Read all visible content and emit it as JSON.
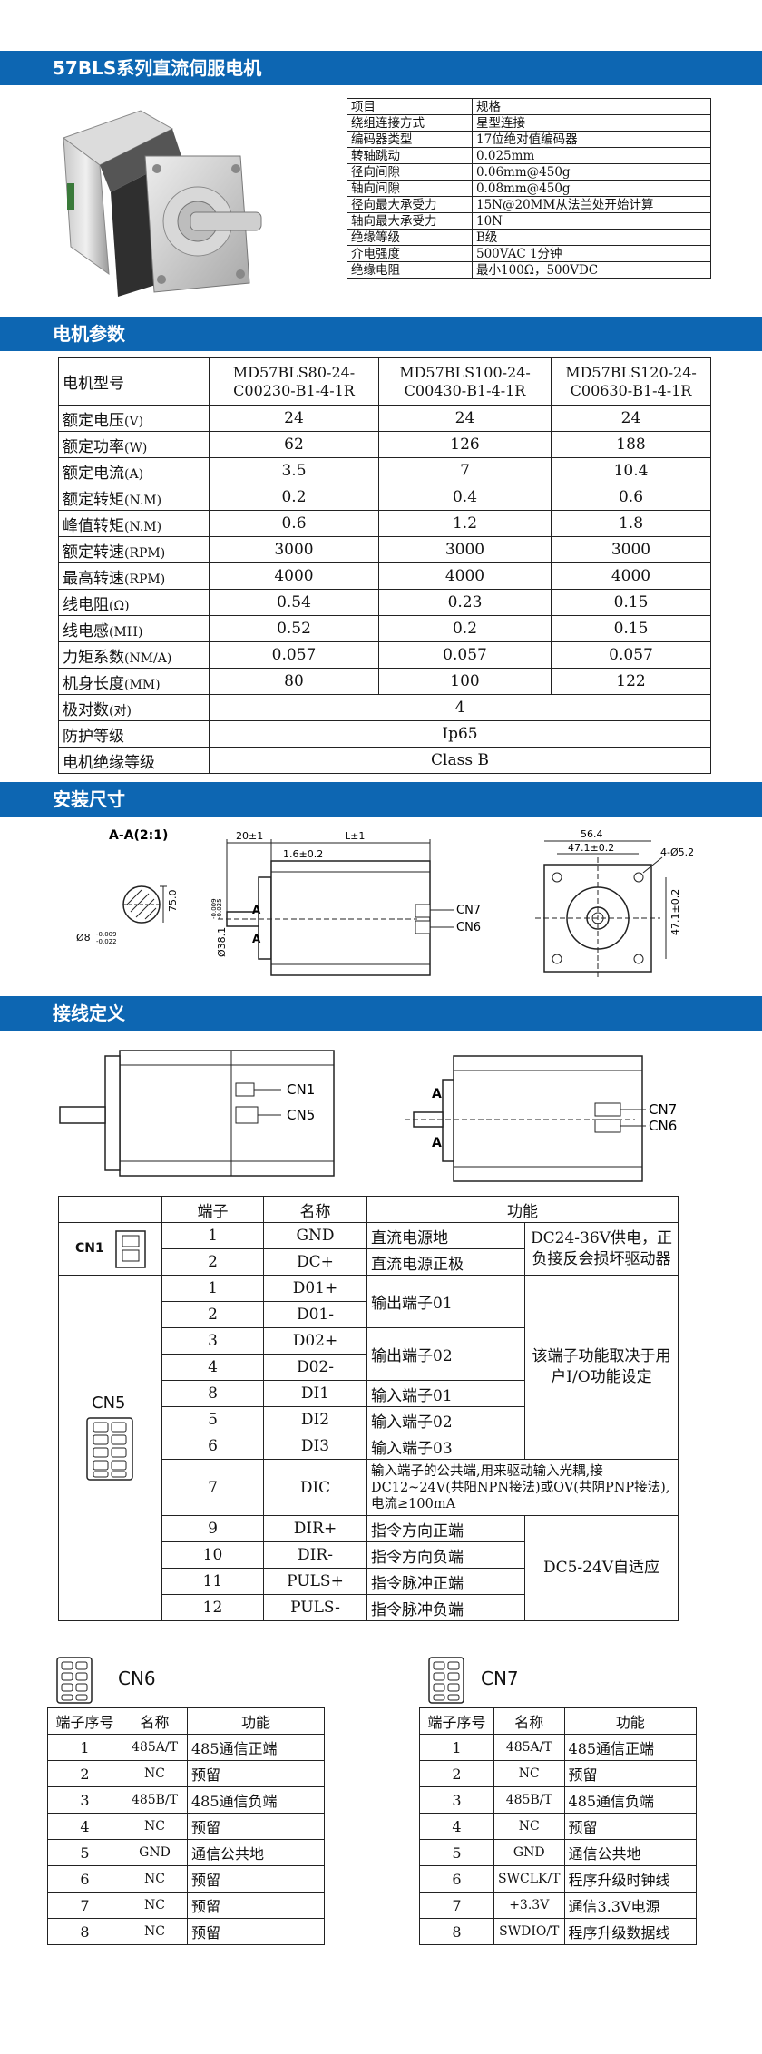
{
  "bars": {
    "title": "57BLS系列直流伺服电机",
    "motor_params": "电机参数",
    "install": "安装尺寸",
    "wiring": "接线定义"
  },
  "spec": {
    "rows": [
      [
        "项目",
        "规格"
      ],
      [
        "绕组连接方式",
        "星型连接"
      ],
      [
        "编码器类型",
        "17位绝对值编码器"
      ],
      [
        "转轴跳动",
        "0.025mm"
      ],
      [
        "径向间隙",
        "0.06mm@450g"
      ],
      [
        "轴向间隙",
        "0.08mm@450g"
      ],
      [
        "径向最大承受力",
        "15N@20MM从法兰处开始计算"
      ],
      [
        "轴向最大承受力",
        "10N"
      ],
      [
        "绝缘等级",
        "B级"
      ],
      [
        "介电强度",
        "500VAC 1分钟"
      ],
      [
        "绝缘电阻",
        "最小100Ω，500VDC"
      ]
    ]
  },
  "motor": {
    "header": [
      "电机型号",
      "MD57BLS80-24-C00230-B1-4-1R",
      "MD57BLS100-24-C00430-B1-4-1R",
      "MD57BLS120-24-C00630-B1-4-1R"
    ],
    "rows": [
      [
        "额定电压",
        "(V)",
        "24",
        "24",
        "24"
      ],
      [
        "额定功率",
        "(W)",
        "62",
        "126",
        "188"
      ],
      [
        "额定电流",
        "(A)",
        "3.5",
        "7",
        "10.4"
      ],
      [
        "额定转矩",
        "(N.M)",
        "0.2",
        "0.4",
        "0.6"
      ],
      [
        "峰值转矩",
        "(N.M)",
        "0.6",
        "1.2",
        "1.8"
      ],
      [
        "额定转速",
        "(RPM)",
        "3000",
        "3000",
        "3000"
      ],
      [
        "最高转速",
        "(RPM)",
        "4000",
        "4000",
        "4000"
      ],
      [
        "线电阻",
        "(Ω)",
        "0.54",
        "0.23",
        "0.15"
      ],
      [
        "线电感",
        "(MH)",
        "0.52",
        "0.2",
        "0.15"
      ],
      [
        "力矩系数",
        "(NM/A)",
        "0.057",
        "0.057",
        "0.057"
      ],
      [
        "机身长度",
        "(MM)",
        "80",
        "100",
        "122"
      ]
    ],
    "merged": [
      [
        "极对数",
        "(对)",
        "4"
      ],
      [
        "防护等级",
        "",
        "Ip65"
      ],
      [
        "电机绝缘等级",
        "",
        "Class B"
      ]
    ]
  },
  "dims": {
    "section": "A-A(2:1)",
    "d1": "75.0",
    "d2": "Ø8",
    "d2tol": "-0.009\n-0.022",
    "s1": "20±1",
    "s2": "L±1",
    "s3": "1.6±0.2",
    "s4": "Ø38.1",
    "s4tol": "-0.009\n-0.025",
    "a": "A",
    "f1": "56.4",
    "f2": "47.1±0.2",
    "f3": "4-Ø5.2",
    "f4": "47.1±0.2",
    "cn7": "CN7",
    "cn6": "CN6",
    "cn1": "CN1",
    "cn5": "CN5"
  },
  "wire": {
    "head": [
      "端子",
      "名称",
      "功能"
    ],
    "cn1_label": "CN1",
    "cn5_label": "CN5",
    "cn1_rows": [
      [
        "1",
        "GND",
        "直流电源地"
      ],
      [
        "2",
        "DC+",
        "直流电源正极"
      ]
    ],
    "cn1_note": "DC24-36V供电，正负接反会损坏驱动器",
    "cn5_rows": [
      [
        "1",
        "D01+"
      ],
      [
        "2",
        "D01-"
      ],
      [
        "3",
        "D02+"
      ],
      [
        "4",
        "D02-"
      ],
      [
        "8",
        "DI1"
      ],
      [
        "5",
        "DI2"
      ],
      [
        "6",
        "DI3"
      ],
      [
        "7",
        "DIC"
      ],
      [
        "9",
        "DIR+"
      ],
      [
        "10",
        "DIR-"
      ],
      [
        "11",
        "PULS+"
      ],
      [
        "12",
        "PULS-"
      ]
    ],
    "f_out1": "输出端子01",
    "f_out2": "输出端子02",
    "f_in1": "输入端子01",
    "f_in2": "输入端子02",
    "f_in3": "输入端子03",
    "f_dic": "输入端子的公共端,用来驱动输入光耦,接DC12~24V(共阳NPN接法)或OV(共阴PNP接法),电流≥100mA",
    "f_dirp": "指令方向正端",
    "f_dirn": "指令方向负端",
    "f_pulp": "指令脉冲正端",
    "f_puln": "指令脉冲负端",
    "note_io": "该端子功能取决于用户I/O功能设定",
    "note_dc": "DC5-24V自适应"
  },
  "cn6": {
    "title": "CN6",
    "head": [
      "端子序号",
      "名称",
      "功能"
    ],
    "rows": [
      [
        "1",
        "485A/T",
        "485通信正端"
      ],
      [
        "2",
        "NC",
        "预留"
      ],
      [
        "3",
        "485B/T",
        "485通信负端"
      ],
      [
        "4",
        "NC",
        "预留"
      ],
      [
        "5",
        "GND",
        "通信公共地"
      ],
      [
        "6",
        "NC",
        "预留"
      ],
      [
        "7",
        "NC",
        "预留"
      ],
      [
        "8",
        "NC",
        "预留"
      ]
    ]
  },
  "cn7": {
    "title": "CN7",
    "head": [
      "端子序号",
      "名称",
      "功能"
    ],
    "rows": [
      [
        "1",
        "485A/T",
        "485通信正端"
      ],
      [
        "2",
        "NC",
        "预留"
      ],
      [
        "3",
        "485B/T",
        "485通信负端"
      ],
      [
        "4",
        "NC",
        "预留"
      ],
      [
        "5",
        "GND",
        "通信公共地"
      ],
      [
        "6",
        "SWCLK/T",
        "程序升级时钟线"
      ],
      [
        "7",
        "+3.3V",
        "通信3.3V电源"
      ],
      [
        "8",
        "SWDIO/T",
        "程序升级数据线"
      ]
    ]
  }
}
